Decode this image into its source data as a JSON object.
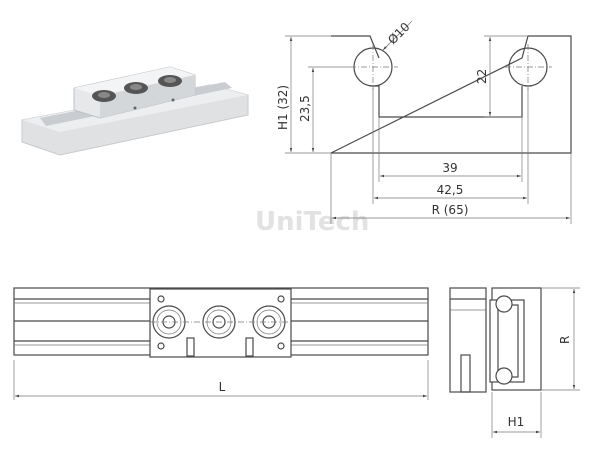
{
  "watermark": "UniTech",
  "top_view": {
    "diameter": "Ø10",
    "height_total": "H1 (32)",
    "height_center": "23,5",
    "slot_depth": "22",
    "slot_width": "39",
    "hole_spacing": "42,5",
    "width_total": "R (65)"
  },
  "side_view": {
    "length": "L"
  },
  "end_view": {
    "width": "R",
    "height": "H1"
  },
  "colors": {
    "line": "#4a4a4a",
    "photo_metal": "#d8dadc"
  }
}
